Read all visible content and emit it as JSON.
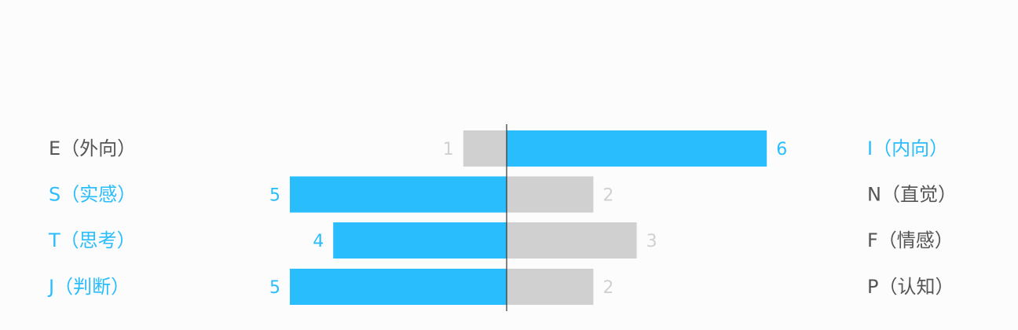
{
  "chart_data": {
    "type": "bar",
    "orientation": "horizontal-diverging",
    "categories": [
      {
        "left": "E（外向）",
        "right": "I（内向）"
      },
      {
        "left": "S（实感）",
        "right": "N（直觉）"
      },
      {
        "left": "T（思考）",
        "right": "F（情感）"
      },
      {
        "left": "J（判断）",
        "right": "P（认知）"
      }
    ],
    "series": [
      {
        "values": [
          1,
          5,
          4,
          5
        ]
      },
      {
        "values": [
          6,
          2,
          3,
          2
        ]
      }
    ],
    "xlim": [
      -5,
      6
    ],
    "grid": false,
    "legend": "none"
  },
  "colors": {
    "winner": "#29bdfd",
    "loser": "#d0d0d0",
    "winner_text": "#29bdfd",
    "loser_text": "#d0d0d0",
    "label_winner": "#29bdfd",
    "label_loser": "#555555",
    "axis": "#333333",
    "background": "#fcfcfc"
  }
}
